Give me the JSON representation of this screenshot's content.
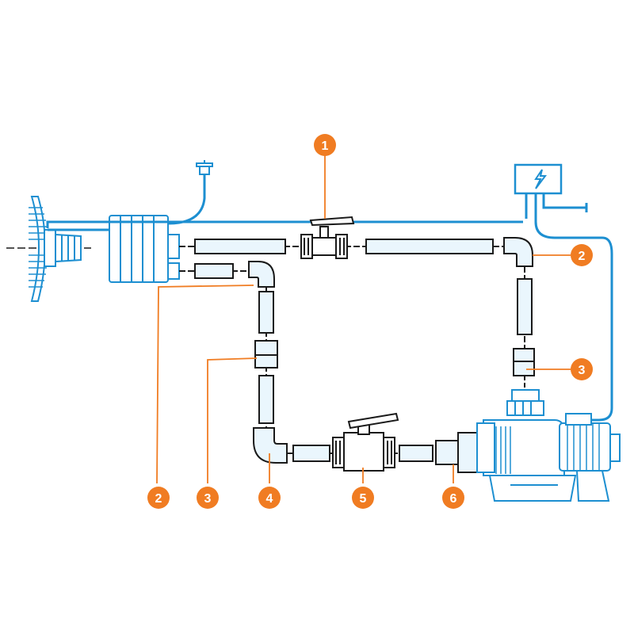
{
  "colors": {
    "blue": "#1d8fd1",
    "blue_light": "#eaf6fd",
    "black": "#1a1a1a",
    "orange": "#f07c22",
    "background": "#ffffff"
  },
  "icons": {
    "junction_box": "lightning-bolt-icon"
  },
  "markers": [
    {
      "id": "valve-top",
      "label": "1"
    },
    {
      "id": "elbow-right",
      "label": "2"
    },
    {
      "id": "reducer-right",
      "label": "3"
    },
    {
      "id": "elbow-left",
      "label": "2"
    },
    {
      "id": "reducer-left",
      "label": "3"
    },
    {
      "id": "elbow-bottom",
      "label": "4"
    },
    {
      "id": "valve-bottom",
      "label": "5"
    },
    {
      "id": "reducer-pump",
      "label": "6"
    }
  ]
}
